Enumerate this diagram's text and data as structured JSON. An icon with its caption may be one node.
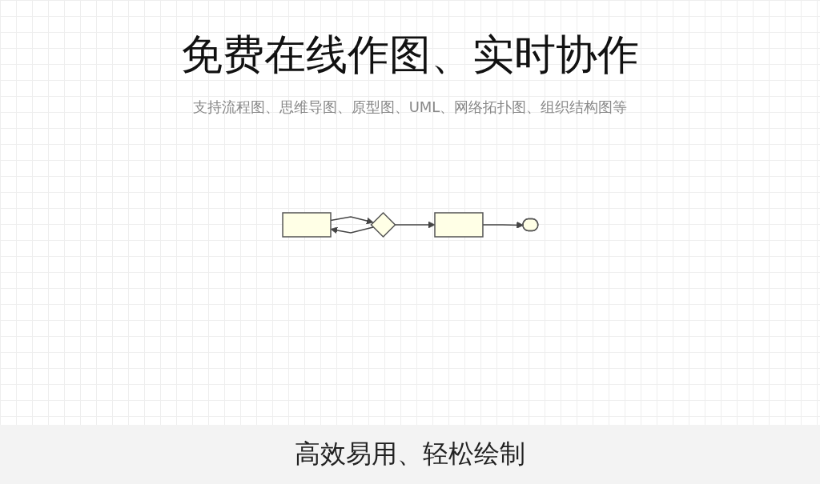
{
  "diagram": {
    "title": "免费在线作图、实时协作",
    "nodes": [
      {
        "text": [],
        "shape": "box"
      },
      {
        "text": [],
        "shape": "diamond"
      },
      {
        "text": [],
        "shape": "box"
      },
      {
        "text": [],
        "shape": "capsule"
      }
    ],
    "edges": [
      {
        "from": 0,
        "to": 1,
        "arrow": "to"
      },
      {
        "from": 1,
        "to": 2,
        "arrow": "to"
      },
      {
        "from": 2,
        "to": 3,
        "arrow": "to"
      },
      {
        "from": 1,
        "to": 0,
        "arrow": "to"
      }
    ],
    "labels": [
      "支持流程图、思维导图、原型图、UML、网络拓扑图、组织结构图等",
      "高效易用、轻松绘制"
    ]
  }
}
